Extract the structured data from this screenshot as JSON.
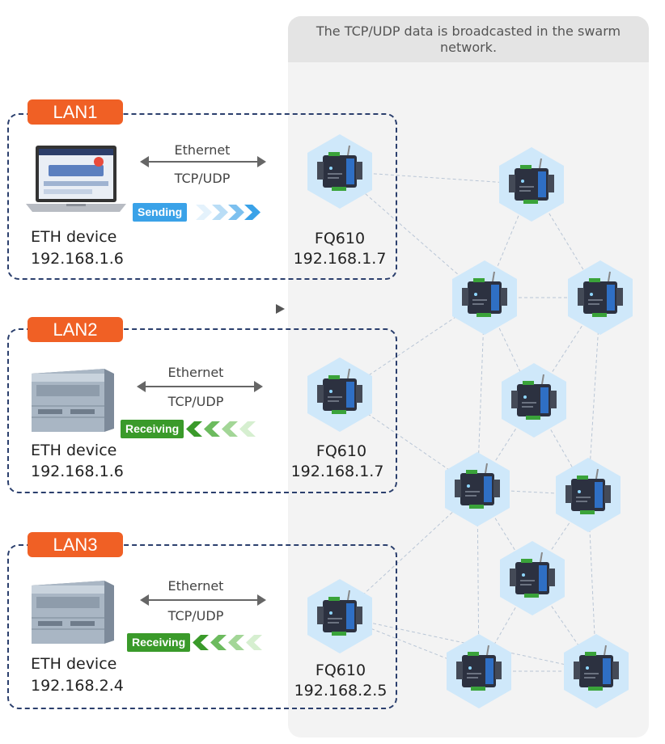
{
  "header": {
    "text": "The TCP/UDP data is broadcasted in the swarm network."
  },
  "lans": [
    {
      "tag": "LAN1",
      "link_top": "Ethernet",
      "link_bottom": "TCP/UDP",
      "status": "Sending",
      "device_name": "ETH device",
      "device_ip": "192.168.1.6",
      "node_name": "FQ610",
      "node_ip": "192.168.1.7"
    },
    {
      "tag": "LAN2",
      "link_top": "Ethernet",
      "link_bottom": "TCP/UDP",
      "status": "Receiving",
      "device_name": "ETH device",
      "device_ip": "192.168.1.6",
      "node_name": "FQ610",
      "node_ip": "192.168.1.7"
    },
    {
      "tag": "LAN3",
      "link_top": "Ethernet",
      "link_bottom": "TCP/UDP",
      "status": "Receiving",
      "device_name": "ETH device",
      "device_ip": "192.168.2.4",
      "node_name": "FQ610",
      "node_ip": "192.168.2.5"
    }
  ],
  "colors": {
    "lan_tag": "#f06025",
    "lan_border": "#2b3f6d",
    "sending": "#3aa2e8",
    "receiving": "#3a9a2a",
    "hexagon": "#cfe8fa"
  },
  "icons": {
    "device_1": "laptop-icon",
    "device_2": "plc-icon",
    "device_3": "plc-icon",
    "node": "radio-modem-icon"
  }
}
